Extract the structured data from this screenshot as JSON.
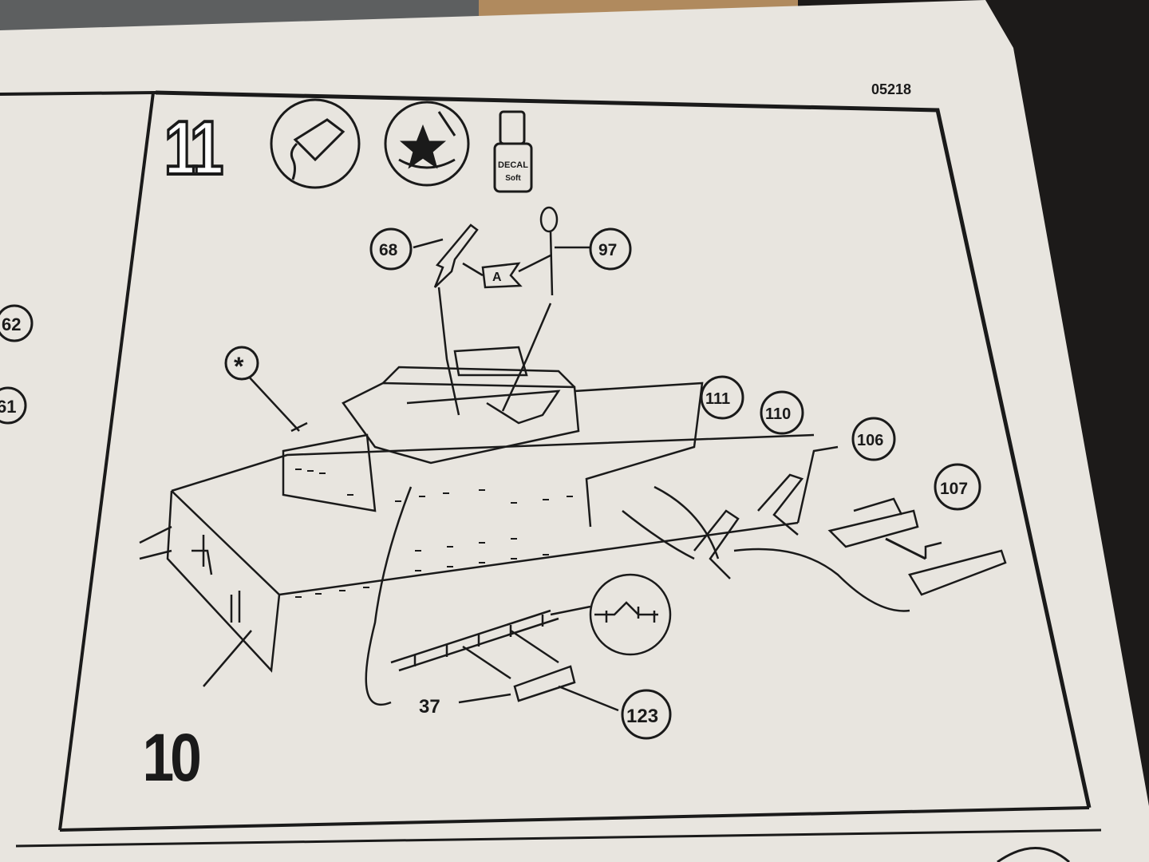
{
  "sheet": {
    "code": "05218",
    "step_number": "11",
    "next_step_number": "10",
    "decal_bottle": {
      "line1": "DECAL",
      "line2": "Soft"
    },
    "left_panel_parts": [
      "62",
      "61"
    ],
    "parts": {
      "p68": "68",
      "p97": "97",
      "flag_a": "A",
      "asterisk": "*",
      "p111": "111",
      "p110": "110",
      "p106": "106",
      "p107": "107",
      "p37": "37",
      "p123": "123"
    },
    "icons": [
      "glue-tube-icon",
      "decal-water-icon",
      "decal-soft-bottle-icon"
    ],
    "colors": {
      "paper": "#e8e5df",
      "ink": "#1a1a1a",
      "background": "#1c1a19"
    }
  }
}
